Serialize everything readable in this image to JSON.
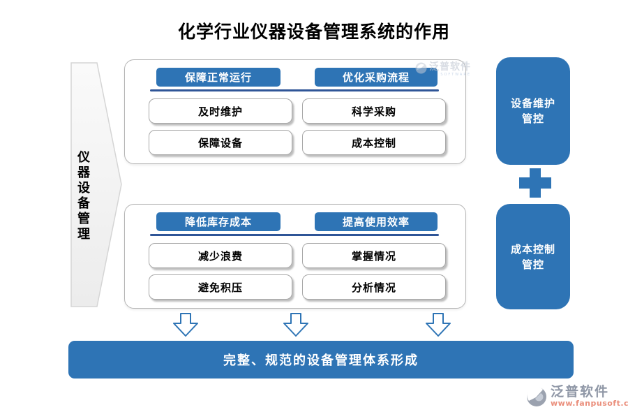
{
  "title": "化学行业仪器设备管理系统的作用",
  "left_banner": {
    "label": "仪器设备管理"
  },
  "cards": [
    {
      "headers": [
        "保障正常运行",
        "优化采购流程"
      ],
      "items": [
        "及时维护",
        "科学采购",
        "保障设备",
        "成本控制"
      ]
    },
    {
      "headers": [
        "降低库存成本",
        "提高使用效率"
      ],
      "items": [
        "减少浪费",
        "掌握情况",
        "避免积压",
        "分析情况"
      ]
    }
  ],
  "right_boxes": [
    {
      "line1": "设备维护",
      "line2": "管控"
    },
    {
      "line1": "成本控制",
      "line2": "管控"
    }
  ],
  "bottom_bar": {
    "label": "完整、规范的设备管理体系形成"
  },
  "watermark": {
    "text": "泛普软件",
    "subtext": "SOFTWARE"
  },
  "logo": {
    "name": "泛普软件",
    "url": "www.fanpusoft.com"
  },
  "colors": {
    "primary_blue": "#2E74B5",
    "rule_blue": "#2F5597",
    "card_border": "#B5B5B5",
    "item_border": "#A8A8A8",
    "banner_fill": "#F2F2F2",
    "logo_gray": "#8F97A6",
    "logo_url_salmon": "#EA8E7B"
  }
}
